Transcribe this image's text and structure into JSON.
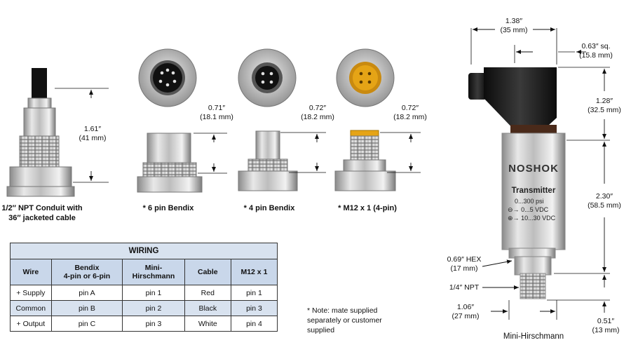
{
  "conduit": {
    "height_dim": "1.61″",
    "height_mm": "(41 mm)",
    "label_line1": "1/2″ NPT Conduit with",
    "label_line2": "36″ jacketed cable"
  },
  "connectors": [
    {
      "label": "* 6 pin Bendix",
      "dim": "0.71″",
      "mm": "(18.1 mm)"
    },
    {
      "label": "* 4 pin Bendix",
      "dim": "0.72″",
      "mm": "(18.2 mm)"
    },
    {
      "label": "* M12 x 1 (4-pin)",
      "dim": "0.72″",
      "mm": "(18.2 mm)"
    }
  ],
  "wiring": {
    "title": "WIRING",
    "headers": [
      "Wire",
      "Bendix\n4-pin or 6-pin",
      "Mini-\nHirschmann",
      "Cable",
      "M12 x 1"
    ],
    "rows": [
      [
        "+ Supply",
        "pin A",
        "pin 1",
        "Red",
        "pin 1"
      ],
      [
        "Common",
        "pin B",
        "pin 2",
        "Black",
        "pin 3"
      ],
      [
        "+ Output",
        "pin C",
        "pin 3",
        "White",
        "pin 4"
      ]
    ]
  },
  "note": {
    "line1": "*  Note: mate supplied",
    "line2": "separately or customer",
    "line3": "supplied"
  },
  "transmitter": {
    "brand": "NOSHOK",
    "label": "Transmitter",
    "range": "0...300 psi",
    "output": "0...5 VDC",
    "supply": "10...30 VDC",
    "caption": "Mini-Hirschmann",
    "dims": {
      "width": "1.38″",
      "width_mm": "(35 mm)",
      "square": "0.63″ sq.",
      "square_mm": "(15.8 mm)",
      "top": "1.28″",
      "top_mm": "(32.5 mm)",
      "body": "2.30″",
      "body_mm": "(58.5 mm)",
      "hex": "0.69″ HEX",
      "hex_mm": "(17 mm)",
      "npt": "1/4″ NPT",
      "base": "1.06″",
      "base_mm": "(27 mm)",
      "thread": "0.51″",
      "thread_mm": "(13 mm)"
    }
  },
  "colors": {
    "table_header": "#c9d7ea",
    "table_alt": "#d8e2ef",
    "metal": "#c8c8c8",
    "connector_yellow": "#e5a416"
  }
}
